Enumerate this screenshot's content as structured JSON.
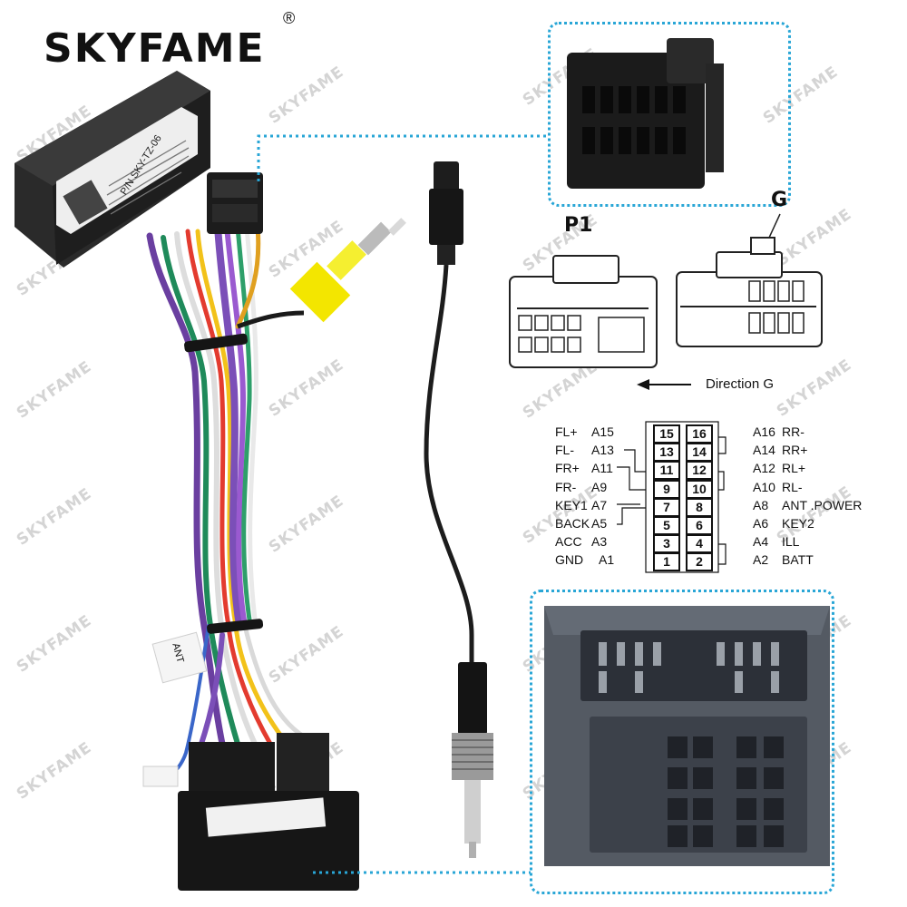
{
  "brand": {
    "name": "SKYFAME",
    "registered": "®"
  },
  "watermark_text": "SKYFAME",
  "accent_color": "#29a6d6",
  "connector_labels": {
    "p1": "P1",
    "g": "G",
    "direction": "Direction G"
  },
  "harness_labels": {
    "ant_tag": "ANT",
    "box_code": "P/N SKY-TZ-06"
  },
  "pinout": {
    "left": [
      {
        "signal": "FL+",
        "code": "A15"
      },
      {
        "signal": "FL-",
        "code": "A13"
      },
      {
        "signal": "FR+",
        "code": "A11"
      },
      {
        "signal": "FR-",
        "code": "A9"
      },
      {
        "signal": "KEY1",
        "code": "A7"
      },
      {
        "signal": "BACK",
        "code": "A5"
      },
      {
        "signal": "ACC",
        "code": "A3"
      },
      {
        "signal": "GND",
        "code": "A1"
      }
    ],
    "right": [
      {
        "code": "A16",
        "signal": "RR-"
      },
      {
        "code": "A14",
        "signal": "RR+"
      },
      {
        "code": "A12",
        "signal": "RL+"
      },
      {
        "code": "A10",
        "signal": "RL-"
      },
      {
        "code": "A8",
        "signal": "ANT .POWER"
      },
      {
        "code": "A6",
        "signal": "KEY2"
      },
      {
        "code": "A4",
        "signal": "ILL"
      },
      {
        "code": "A2",
        "signal": "BATT"
      }
    ],
    "pins_left": [
      "15",
      "13",
      "11",
      "9",
      "7",
      "5",
      "3",
      "1"
    ],
    "pins_right": [
      "16",
      "14",
      "12",
      "10",
      "8",
      "6",
      "4",
      "2"
    ]
  }
}
